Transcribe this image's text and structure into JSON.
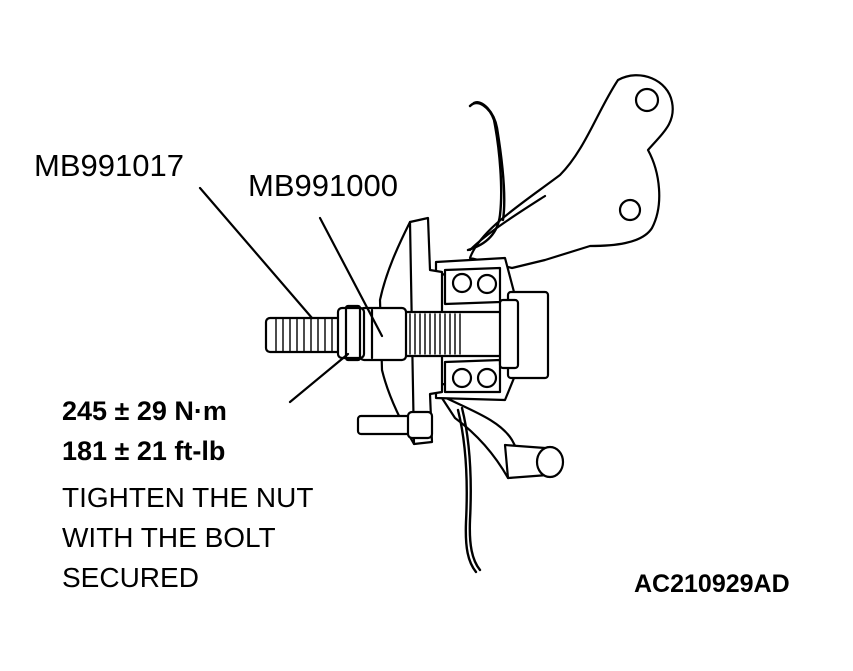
{
  "labels": {
    "tool_1": "MB991017",
    "tool_2": "MB991000",
    "torque_nm": "245 ± 29 N·m",
    "torque_ftlb": "181 ± 21 ft-lb",
    "instruction": [
      "TIGHTEN THE NUT",
      "WITH THE BOLT",
      "SECURED"
    ],
    "figure_code": "AC210929AD"
  },
  "colors": {
    "line": "#000000",
    "fill": "#ffffff"
  }
}
